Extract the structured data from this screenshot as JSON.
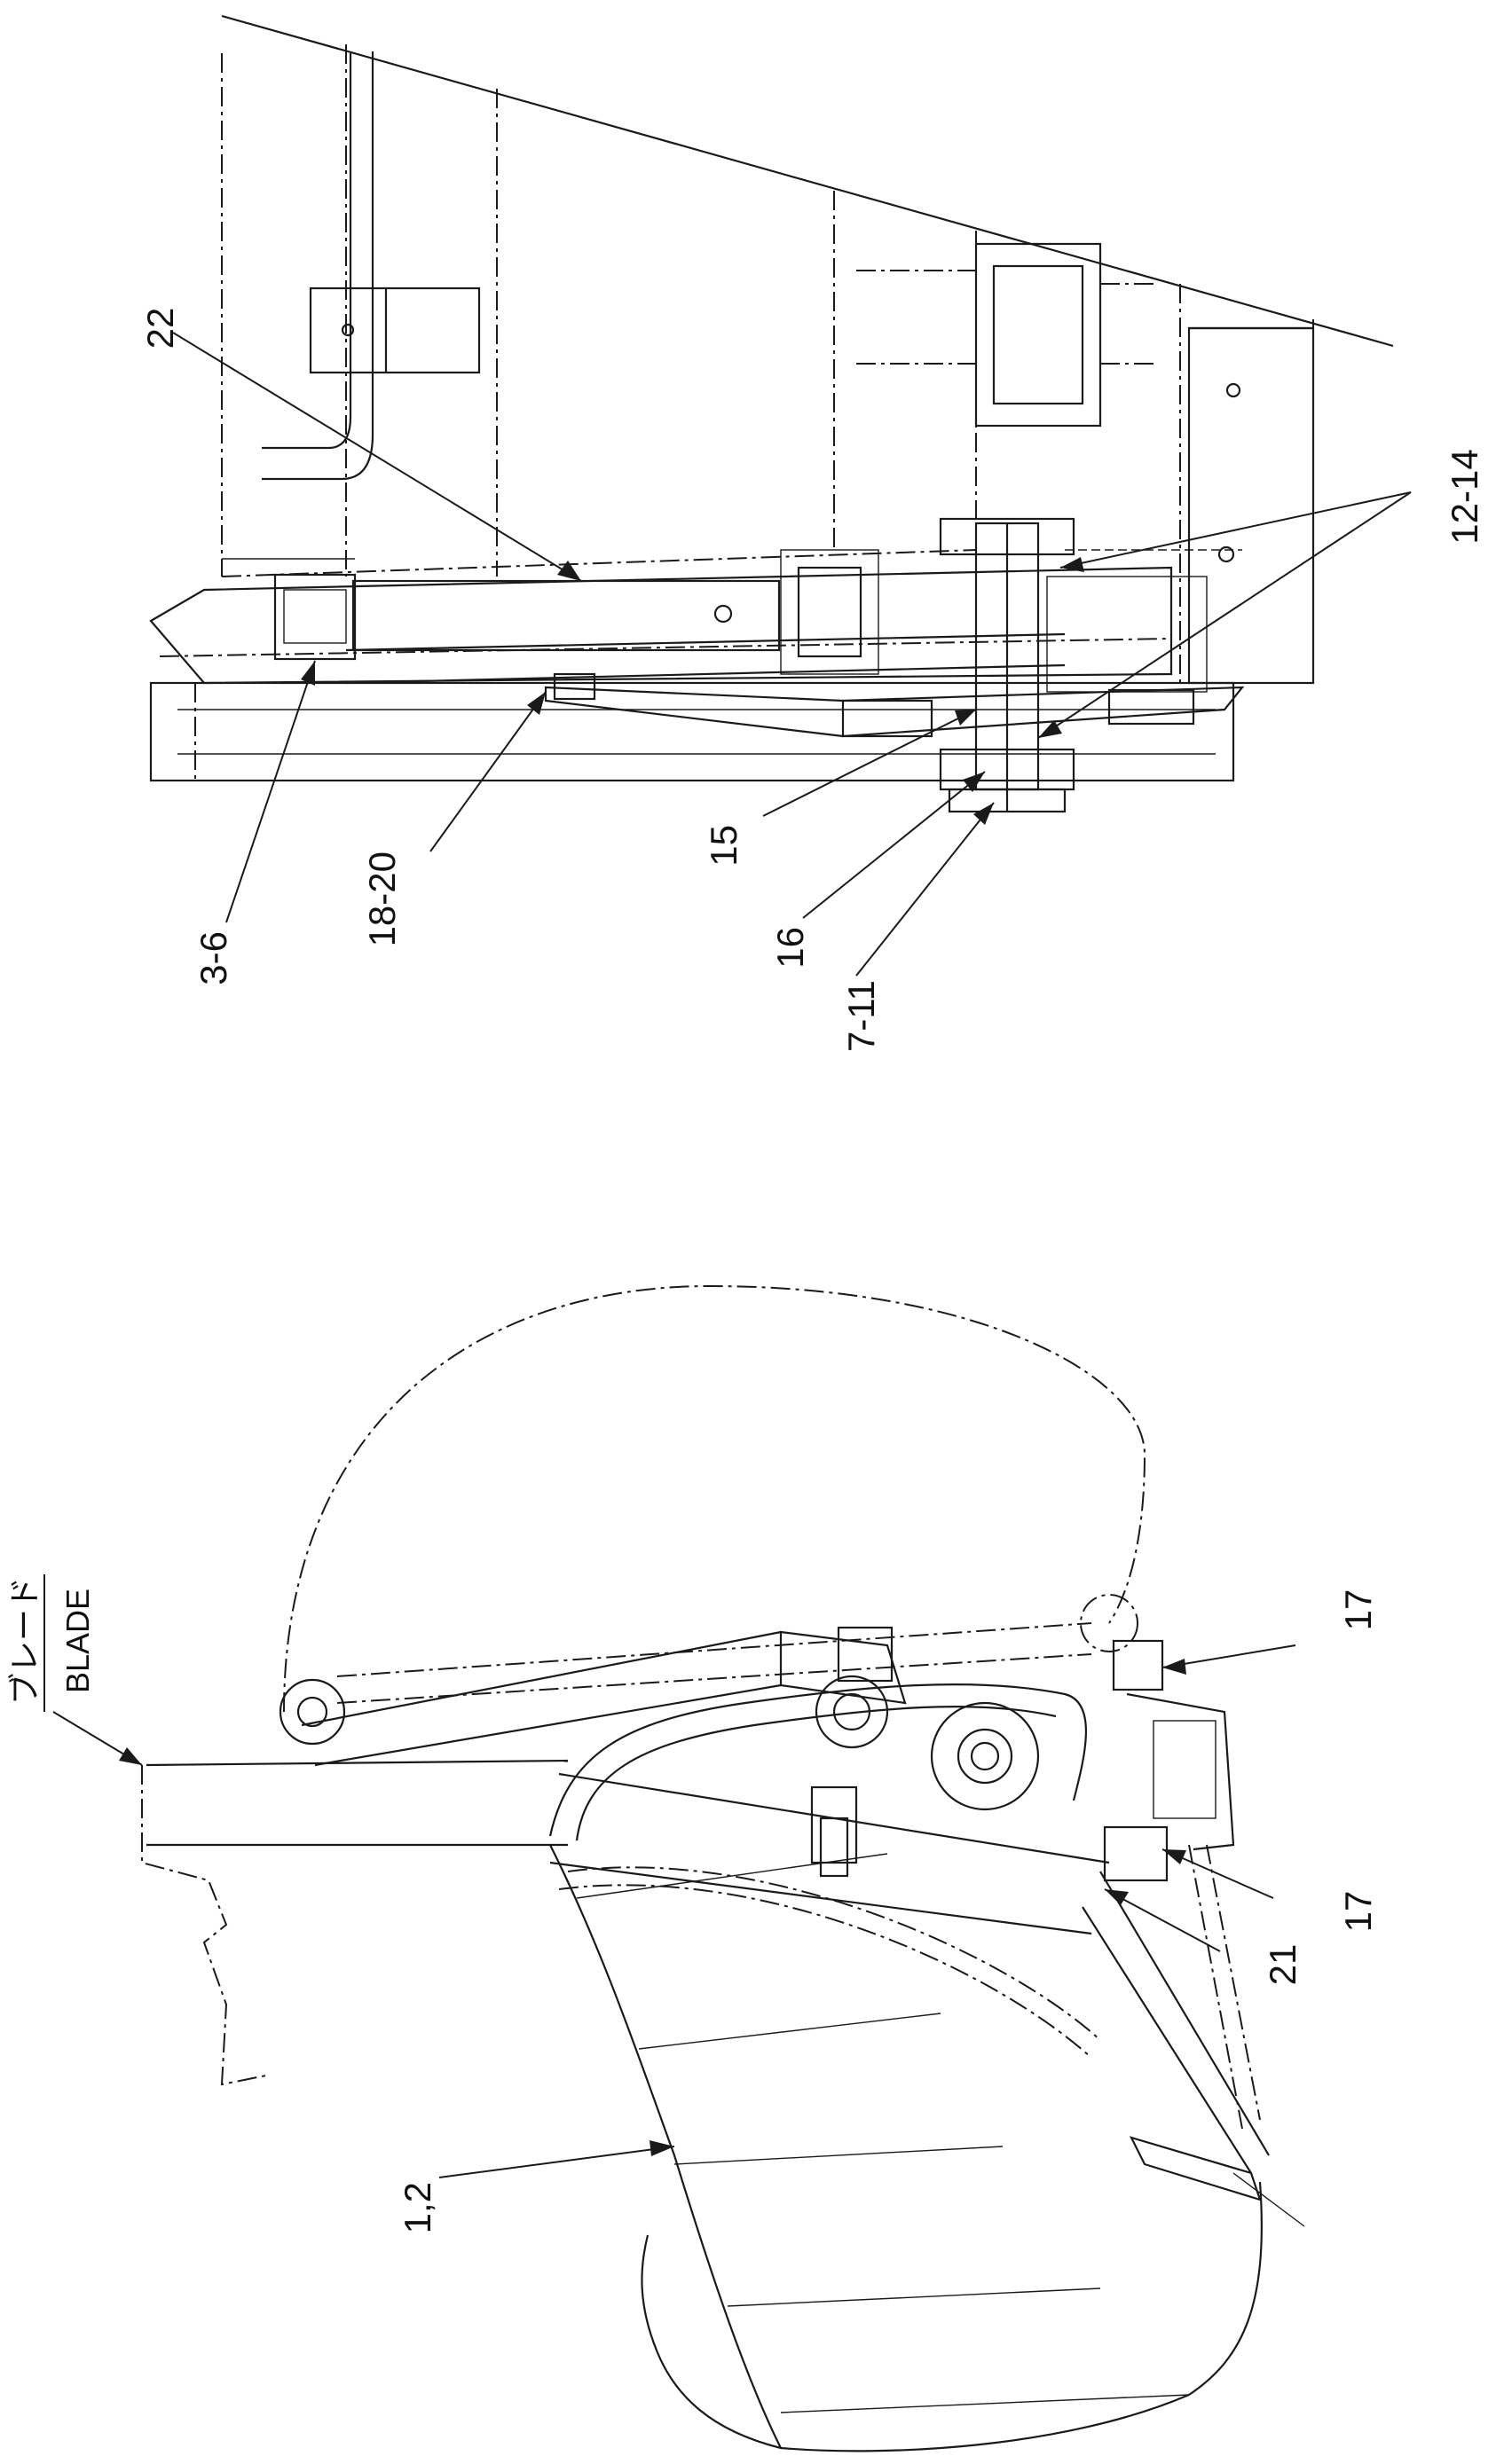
{
  "labels": {
    "blade_jp": "ブレード",
    "blade_en": "BLADE",
    "part_22": "22",
    "part_3_6": "3-6",
    "part_18_20": "18-20",
    "part_15": "15",
    "part_16": "16",
    "part_7_11": "7-11",
    "part_12_14": "12-14",
    "part_17_top": "17",
    "part_17_bottom": "17",
    "part_21": "21",
    "part_1_2": "1,2"
  }
}
